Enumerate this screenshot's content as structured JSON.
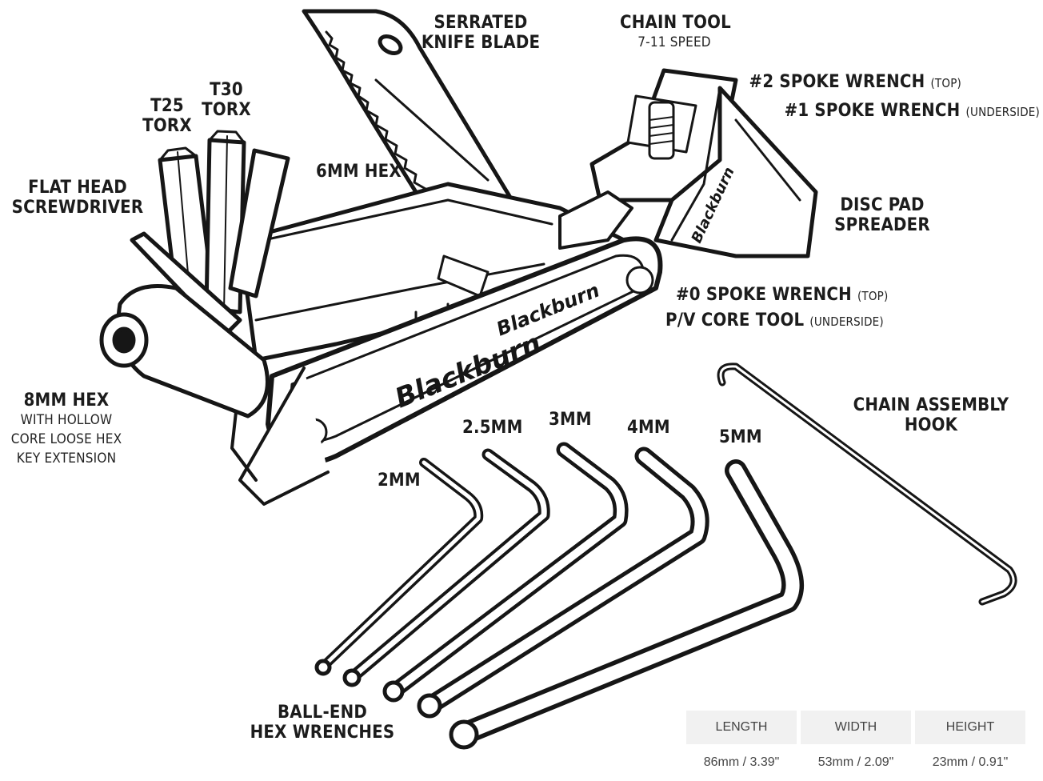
{
  "labels": {
    "serrated_knife_blade": [
      "SERRATED",
      "KNIFE BLADE"
    ],
    "chain_tool": {
      "title": "CHAIN TOOL",
      "sub": "7-11 SPEED"
    },
    "spoke_wrench_2": {
      "title": "#2 SPOKE WRENCH",
      "sub": "(TOP)"
    },
    "spoke_wrench_1": {
      "title": "#1 SPOKE WRENCH",
      "sub": "(UNDERSIDE)"
    },
    "t25_torx": [
      "T25",
      "TORX"
    ],
    "t30_torx": [
      "T30",
      "TORX"
    ],
    "hex_6mm": "6MM HEX",
    "flat_head": [
      "FLAT HEAD",
      "SCREWDRIVER"
    ],
    "disc_pad": [
      "DISC PAD",
      "SPREADER"
    ],
    "spoke_wrench_0": {
      "title": "#0 SPOKE WRENCH",
      "sub": "(TOP)"
    },
    "pv_core": {
      "title": "P/V CORE TOOL",
      "sub": "(UNDERSIDE)"
    },
    "hex_8mm": {
      "title": "8MM HEX",
      "lines": [
        "WITH HOLLOW",
        "CORE LOOSE HEX",
        "KEY EXTENSION"
      ]
    },
    "chain_hook": [
      "CHAIN ASSEMBLY",
      "HOOK"
    ],
    "wrench_sizes": [
      "2MM",
      "2.5MM",
      "3MM",
      "4MM",
      "5MM"
    ],
    "ball_end": [
      "BALL-END",
      "HEX WRENCHES"
    ]
  },
  "brand": {
    "logo_text": "Blackburn"
  },
  "specs": {
    "headers": [
      "LENGTH",
      "WIDTH",
      "HEIGHT"
    ],
    "values": [
      "86mm / 3.39\"",
      "53mm / 2.09\"",
      "23mm / 0.91\""
    ]
  }
}
